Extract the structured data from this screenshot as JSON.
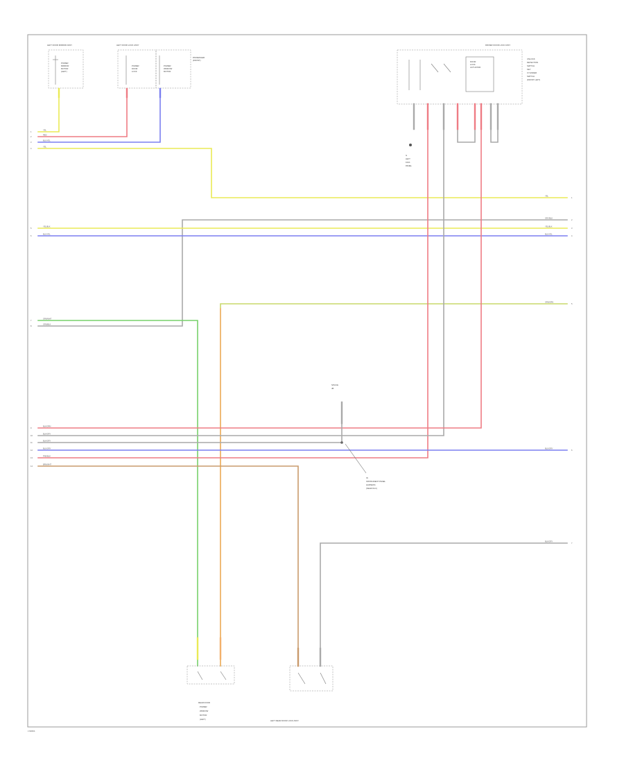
{
  "figure_id": "170050S",
  "colors": {
    "YEL": "#eaea55",
    "RED": "#ee7b84",
    "BLU": "#7a7ef0",
    "GRY": "#a9a9a9",
    "GRN": "#77d16a",
    "GRN_YEL": "#c8d86a",
    "ORN": "#f3b06b",
    "BRN": "#c99a6b",
    "GRN_WHT": "#aee39f"
  },
  "components": {
    "door_mirror": {
      "title": "LEFT DOOR MIRROR ASSY",
      "lines": [
        "POWER",
        "MIRROR",
        "MOTOR",
        "(LEFT)"
      ]
    },
    "passenger_switch": {
      "title": "LEFT DOOR LOCK ASSY",
      "lines": [
        "POWER",
        "DOOR",
        "LOCK"
      ]
    },
    "passenger_assy": {
      "title": "PASSENGER",
      "lines": [
        "POWER",
        "WINDOW",
        "MOTOR",
        "(FRONT)"
      ]
    },
    "jb_module": {
      "title": "DRIVER DOOR LOCK ASSY",
      "lines": [
        "DOOR",
        "LOCK",
        "ACTUATOR",
        "UNLOCK",
        "DETECTION",
        "SWITCH",
        "KEY",
        "CYLINDER",
        "SWITCH",
        "(FRONT LEFT)"
      ]
    },
    "ground_ref": {
      "lines": [
        "G",
        "LEFT",
        "KICK",
        "PANEL"
      ]
    },
    "splice": {
      "lines": [
        "SPLICE",
        "JB"
      ]
    },
    "harness_note": {
      "lines": [
        "IN",
        "INSTRUMENT PANEL",
        "HARNESS",
        "(NEAR DLC)"
      ]
    },
    "bottom_left": {
      "title": "REAR DOOR",
      "lines": [
        "POWER",
        "WINDOW",
        "MOTOR",
        "(LEFT)"
      ]
    },
    "bottom_right": {
      "title": "LEFT REAR DOOR LOCK ASSY"
    }
  },
  "wires": [
    {
      "label": "YEL",
      "pin": "1"
    },
    {
      "label": "RED",
      "pin": "2"
    },
    {
      "label": "BLU/YEL",
      "pin": "3"
    },
    {
      "label": "YEL",
      "pin": "4"
    },
    {
      "label": "YEL/BLK",
      "pin": "5"
    },
    {
      "label": "BLU/YEL",
      "pin": "6"
    },
    {
      "label": "GRN/WHT",
      "pin": "7"
    },
    {
      "label": "GRN/BLK",
      "pin": "8"
    },
    {
      "label": "BLK/ORN",
      "pin": "9"
    },
    {
      "label": "BLK/GRY",
      "pin": "10"
    },
    {
      "label": "BLK/GRY",
      "pin": "11"
    },
    {
      "label": "BLU/GRY",
      "pin": "12"
    },
    {
      "label": "PNK/BLK",
      "pin": "13"
    },
    {
      "label": "BRN/WHT",
      "pin": "14"
    }
  ],
  "right_labels": [
    {
      "label": "YEL",
      "pin": "1"
    },
    {
      "label": "GRY/BLK",
      "pin": "2"
    },
    {
      "label": "YEL/BLK",
      "pin": "3"
    },
    {
      "label": "BLU/YEL",
      "pin": "4"
    },
    {
      "label": "GRN/ORN",
      "pin": "5"
    },
    {
      "label": "BLU/GRY",
      "pin": "6"
    },
    {
      "label": "BLK/GRY",
      "pin": "7"
    }
  ]
}
